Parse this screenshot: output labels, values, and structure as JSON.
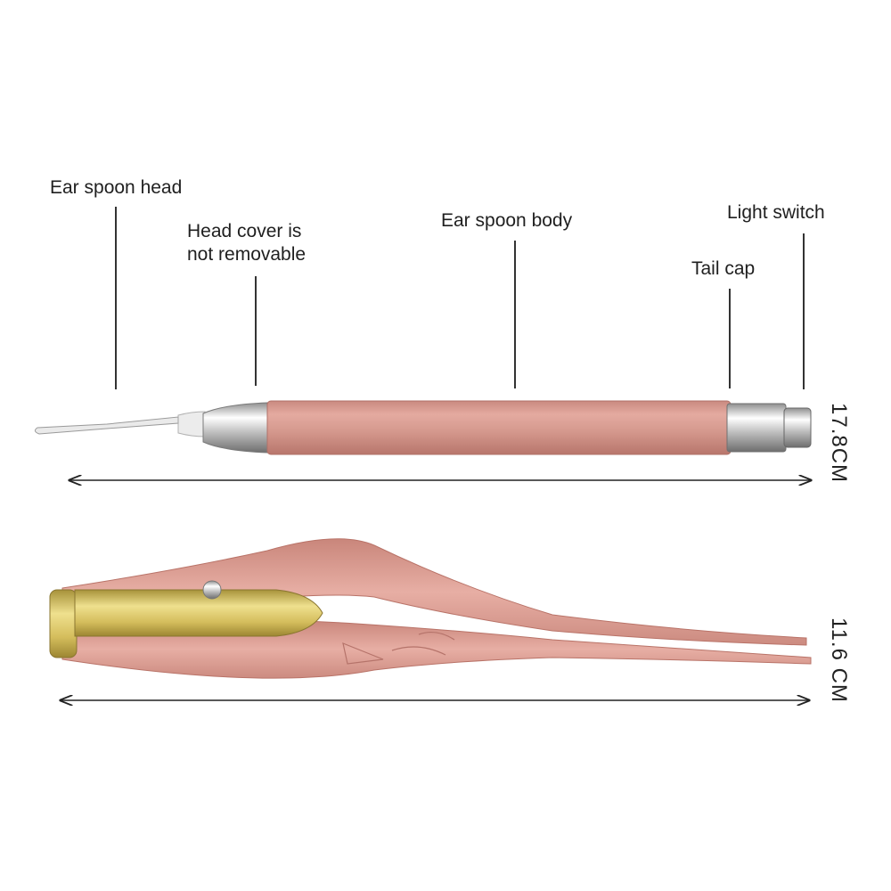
{
  "callouts": {
    "ear_spoon_head": "Ear spoon head",
    "head_cover": "Head cover is\nnot removable",
    "ear_spoon_body": "Ear spoon body",
    "light_switch": "Light switch",
    "tail_cap": "Tail cap"
  },
  "dimensions": {
    "ear_spoon_length": "17.8CM",
    "tweezers_length": "11.6 CM"
  },
  "colors": {
    "rose_gold": "#d99a90",
    "rose_gold_dark": "#c07c72",
    "chrome": "#c9c9c9",
    "brass": "#d8c262"
  }
}
